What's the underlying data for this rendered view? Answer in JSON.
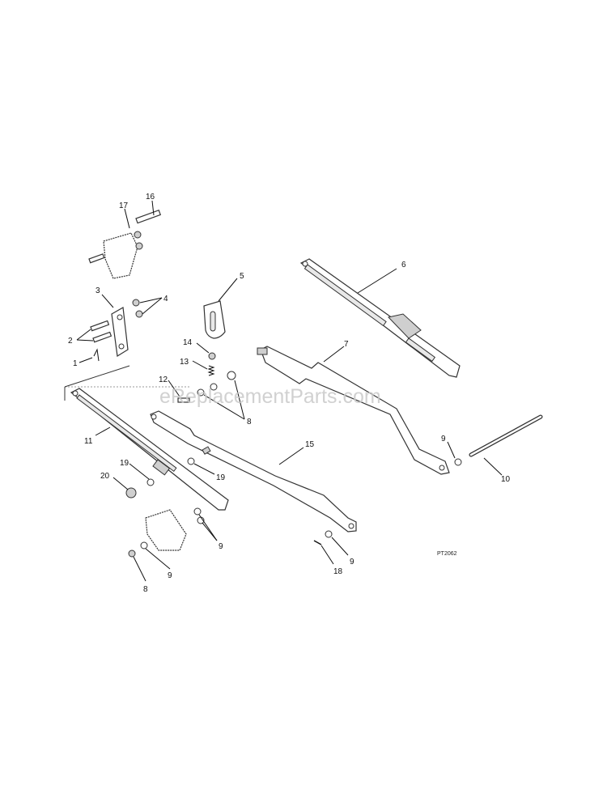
{
  "watermark": "eReplacementParts.com",
  "figure_code": "PT2062",
  "callouts": {
    "c1": "1",
    "c2": "2",
    "c3": "3",
    "c4": "4",
    "c5": "5",
    "c6": "6",
    "c7": "7",
    "c8a": "8",
    "c8b": "8",
    "c9a": "9",
    "c9b": "9",
    "c9c": "9",
    "c9d": "9",
    "c10": "10",
    "c11": "11",
    "c12": "12",
    "c13": "13",
    "c14": "14",
    "c15": "15",
    "c16": "16",
    "c17": "17",
    "c18": "18",
    "c19a": "19",
    "c19b": "19",
    "c20": "20"
  }
}
